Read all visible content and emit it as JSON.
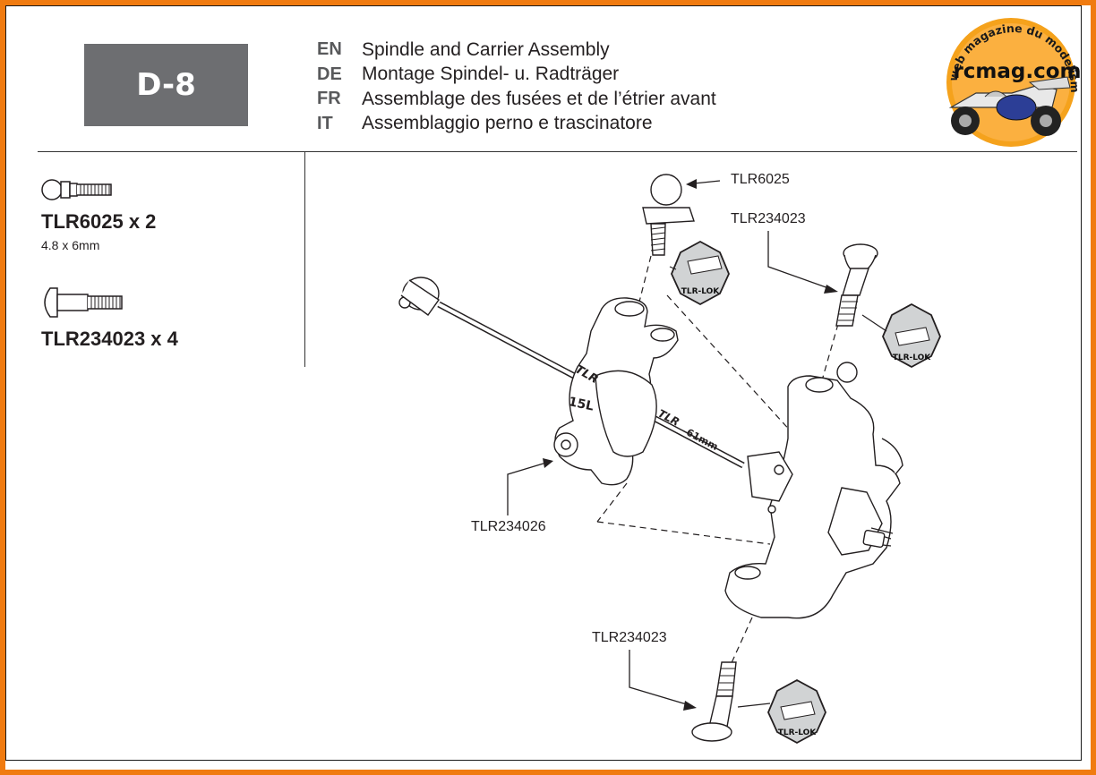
{
  "step": {
    "label": "D-8"
  },
  "titles": [
    {
      "lang": "EN",
      "text": "Spindle and Carrier Assembly"
    },
    {
      "lang": "DE",
      "text": "Montage Spindel- u. Radträger"
    },
    {
      "lang": "FR",
      "text": "Assemblage des fusées et de l’étrier avant"
    },
    {
      "lang": "IT",
      "text": "Assemblaggio perno e trascinatore"
    }
  ],
  "logo": {
    "arc_text": "Le web magazine du modelisme",
    "name": "rcmag.com"
  },
  "parts": [
    {
      "name": "TLR6025 x 2",
      "size": "4.8 x 6mm",
      "icon": "ball-stud-icon"
    },
    {
      "name": "TLR234023 x 4",
      "icon": "shoulder-screw-icon"
    }
  ],
  "callouts": {
    "ball_stud": "TLR6025",
    "screw_top": "TLR234023",
    "carrier": "TLR234026",
    "screw_bottom": "TLR234023"
  },
  "threadlock": {
    "label": "TLR-LOK"
  },
  "part_markings": {
    "carrier": "15L",
    "axle_brand": "TLR",
    "axle_size": "61mm"
  },
  "colors": {
    "frame": "#f07b10",
    "step_box": "#6d6e71"
  }
}
